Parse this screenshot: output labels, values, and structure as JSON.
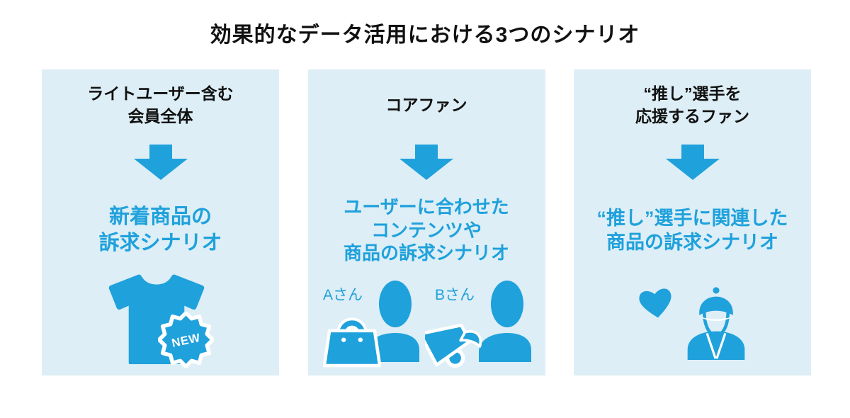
{
  "title": "効果的なデータ活用における3つのシナリオ",
  "colors": {
    "accent": "#1fa1dc",
    "panel_bg": "#ddeef6",
    "heading_text": "#111111",
    "badge_text": "#ffffff"
  },
  "icons": {
    "arrow": "down-arrow-icon",
    "panel1": [
      "tshirt-icon",
      "new-badge-icon"
    ],
    "panel2": [
      "person-silhouette-icon",
      "shopping-bag-icon",
      "person-silhouette-icon",
      "megaphone-icon"
    ],
    "panel3": [
      "heart-icon",
      "baseball-player-icon"
    ]
  },
  "panels": [
    {
      "audience_lines": [
        "ライトユーザー含む",
        "会員全体"
      ],
      "scenario_lines": [
        "新着商品の",
        "訴求シナリオ"
      ],
      "badge_label": "NEW"
    },
    {
      "audience_lines": [
        "コアファン"
      ],
      "scenario_lines": [
        "ユーザーに合わせた",
        "コンテンツや",
        "商品の訴求シナリオ"
      ],
      "persons": [
        {
          "label": "Aさん",
          "item": "shopping-bag"
        },
        {
          "label": "Bさん",
          "item": "megaphone"
        }
      ]
    },
    {
      "audience_lines": [
        "“推し”選手を",
        "応援するファン"
      ],
      "scenario_lines": [
        "“推し”選手に関連した",
        "商品の訴求シナリオ"
      ]
    }
  ]
}
